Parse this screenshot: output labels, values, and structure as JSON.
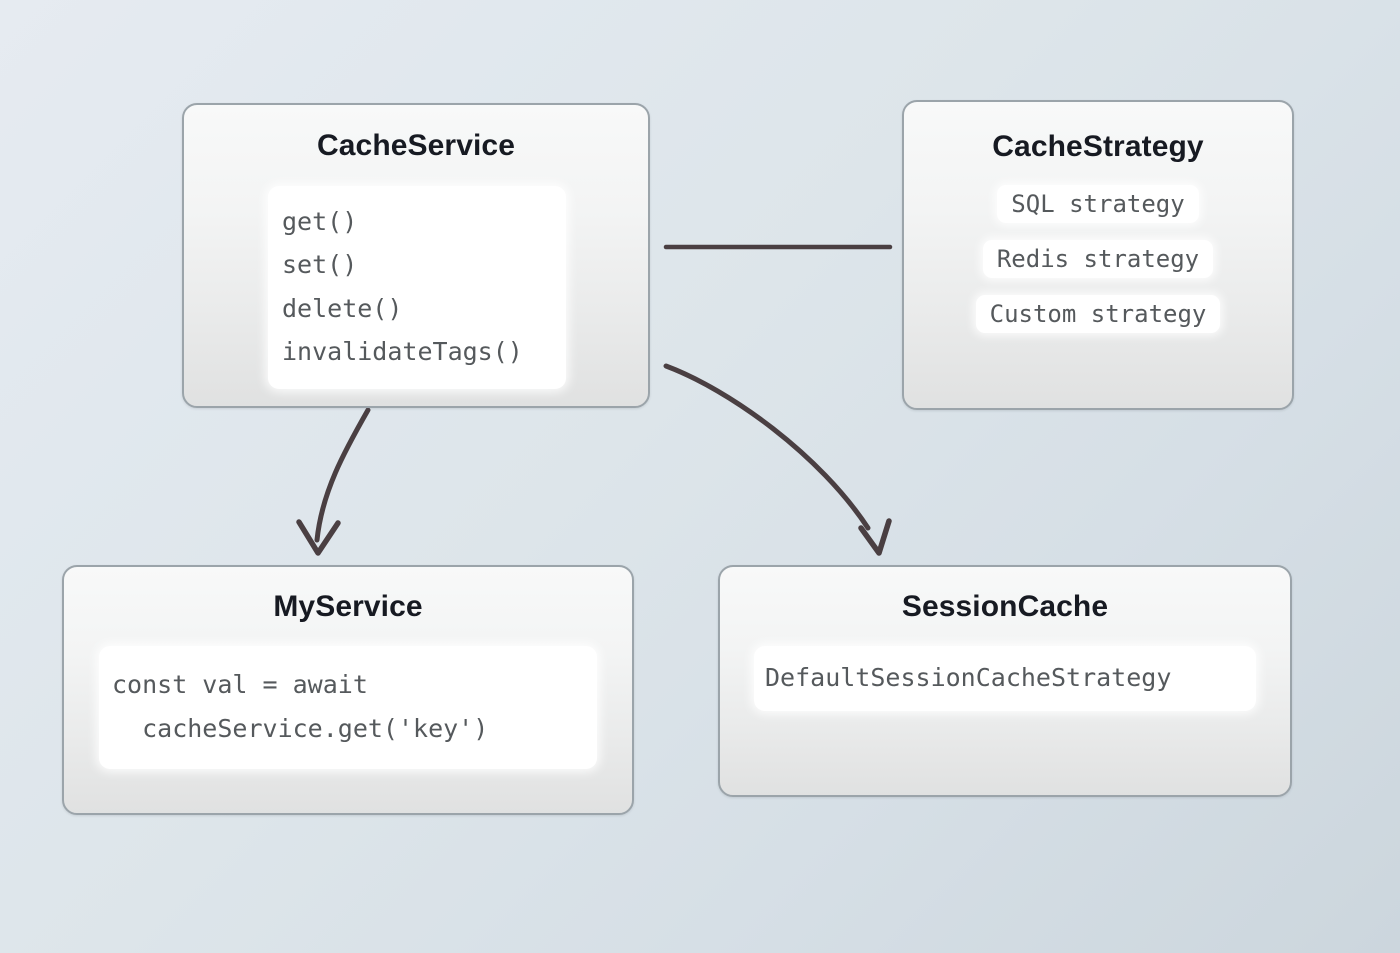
{
  "diagram": {
    "type": "architecture-relationship-diagram",
    "background_gradient": [
      "#e6ebf1",
      "#ccd6dd"
    ],
    "node_border_color": "#9ba4aa",
    "title_color": "#171a22",
    "code_text_color": "#55595c",
    "edge_color": "#4a3f42"
  },
  "nodes": {
    "cache_service": {
      "title": "CacheService",
      "methods": [
        "get()",
        "set()",
        "delete()",
        "invalidateTags()"
      ]
    },
    "cache_strategy": {
      "title": "CacheStrategy",
      "strategies": [
        "SQL strategy",
        "Redis strategy",
        "Custom strategy"
      ]
    },
    "my_service": {
      "title": "MyService",
      "code_lines": [
        "const val = await",
        "  cacheService.get('key')"
      ]
    },
    "session_cache": {
      "title": "SessionCache",
      "strategy": "DefaultSessionCacheStrategy"
    }
  },
  "edges": [
    {
      "name": "cacheservice-to-cachestrategy",
      "from": "cache_service",
      "to": "cache_strategy",
      "style": "straight-line",
      "arrowhead": false
    },
    {
      "name": "cacheservice-to-myservice",
      "from": "cache_service",
      "to": "my_service",
      "style": "curved",
      "arrowhead": true
    },
    {
      "name": "cacheservice-to-sessioncache",
      "from": "cache_service",
      "to": "session_cache",
      "style": "curved",
      "arrowhead": true
    }
  ]
}
